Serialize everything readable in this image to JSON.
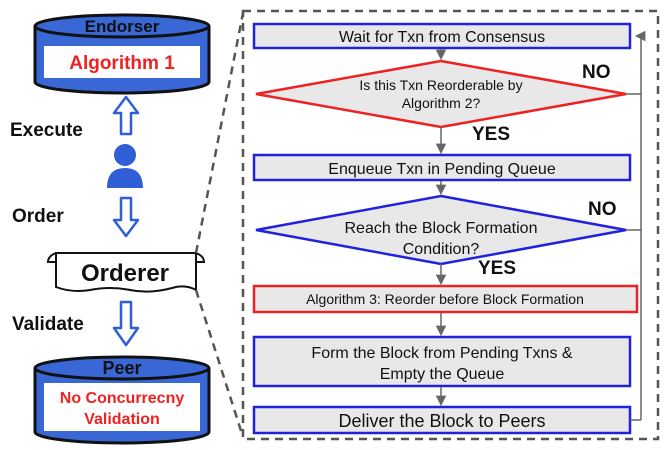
{
  "left": {
    "endorser": {
      "title": "Endorser",
      "subtitle": "Algorithm 1"
    },
    "phases": {
      "execute": "Execute",
      "order": "Order",
      "validate": "Validate"
    },
    "orderer": "Orderer",
    "peer": {
      "title": "Peer",
      "subtitle_line1": "No Concurrecny",
      "subtitle_line2": "Validation"
    }
  },
  "flow": {
    "wait": "Wait for Txn from Consensus",
    "decision1_line1": "Is this Txn Reorderable by",
    "decision1_line2": "Algorithm 2?",
    "no1": "NO",
    "yes1": "YES",
    "enqueue": "Enqueue Txn in Pending Queue",
    "decision2_line1": "Reach the Block Formation",
    "decision2_line2": "Condition?",
    "no2": "NO",
    "yes2": "YES",
    "reorder": "Algorithm 3: Reorder before Block Formation",
    "form_line1": "Form the Block from Pending Txns &",
    "form_line2": "Empty the Queue",
    "deliver": "Deliver the Block to Peers"
  },
  "colors": {
    "blue": "#2222dd",
    "red": "#ee2222",
    "box_fill": "#e8e8e8",
    "cylinder_blue_fill": "#3a67d6",
    "cylinder_gray_fill": "#d9d9d9",
    "arrow_gray": "#666666"
  },
  "icons": [
    "up-arrow-icon",
    "person-icon",
    "down-arrow-icon",
    "scroll-icon",
    "cylinder-icon"
  ]
}
